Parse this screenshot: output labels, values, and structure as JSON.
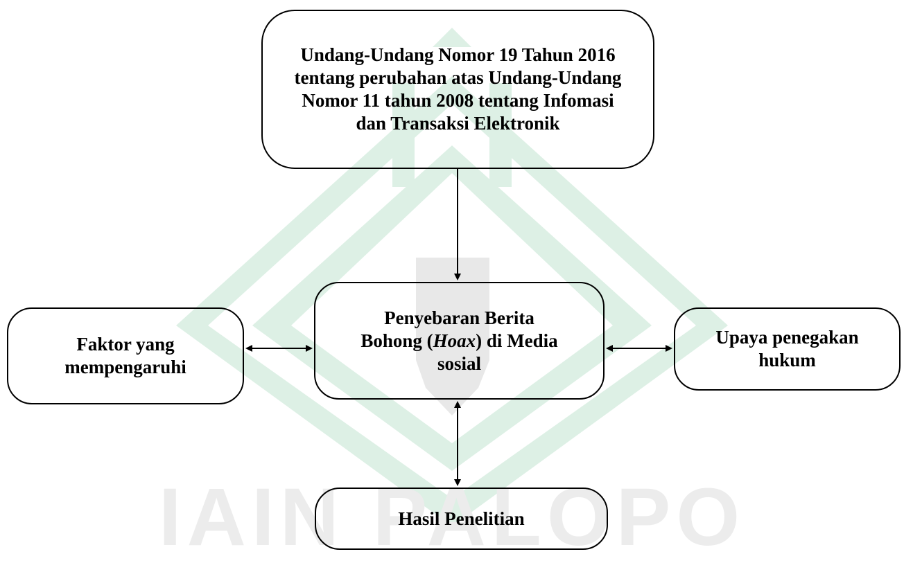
{
  "diagram": {
    "law_box": {
      "text": "Undang-Undang Nomor 19 Tahun 2016 tentang perubahan atas Undang-Undang Nomor 11 tahun 2008 tentang Infomasi dan Transaksi Elektronik"
    },
    "center_box": {
      "line1": "Penyebaran Berita",
      "line2a": "Bohong (",
      "line2b": "Hoax",
      "line2c": ") di Media",
      "line3": "sosial"
    },
    "left_box": {
      "text": "Faktor yang mempengaruhi"
    },
    "right_box": {
      "text": "Upaya penegakan hukum"
    },
    "bottom_box": {
      "text": "Hasil Penelitian"
    }
  },
  "watermark": {
    "text": "IAIN PALOPO",
    "color": "#d8eee2"
  },
  "colors": {
    "stroke": "#000000",
    "background": "#ffffff"
  }
}
